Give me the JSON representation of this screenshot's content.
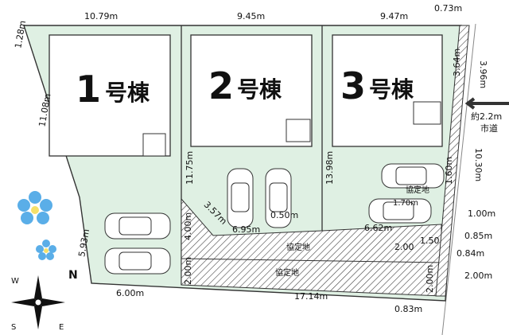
{
  "buildings": [
    {
      "number": "1",
      "suffix": "号棟"
    },
    {
      "number": "2",
      "suffix": "号棟"
    },
    {
      "number": "3",
      "suffix": "号棟"
    }
  ],
  "road": {
    "width": "約2.2m",
    "name": "市道"
  },
  "dimensions": {
    "top_1": "10.79m",
    "top_2": "9.45m",
    "top_3": "9.47m",
    "top_4": "0.73m",
    "left_top": "1.28m",
    "left_side": "11.08m",
    "left_lower": "5.93m",
    "bottom_1": "6.00m",
    "bottom_2": "17.14m",
    "bottom_3": "0.83m",
    "div_1_2_lower": "4.00m",
    "div_1_2_bottom": "2.00m",
    "div_2": "11.75m",
    "diag": "3.57m",
    "mid": "6.95m",
    "div_3": "13.98m",
    "gap": "0.50m",
    "p3_bottom": "6.62m",
    "right_1": "3.64m",
    "right_2": "3.96m",
    "right_3": "10.30m",
    "right_4": "1.60m",
    "r_a": "1.00m",
    "r_b": "1.50",
    "r_c": "0.85m",
    "r_d": "2.00",
    "r_e": "0.84m",
    "r_f": "2.00m",
    "r_g": "2.00m"
  },
  "easements": {
    "upper": "協定地",
    "lower": "協定地",
    "right": "協定地",
    "right_dim": "1.70m"
  },
  "compass": {
    "north": "N",
    "marks": [
      "W",
      "E",
      "S"
    ]
  },
  "colors": {
    "lot": "#dff0e3",
    "border": "#333333",
    "flower": "#5aaee8"
  }
}
